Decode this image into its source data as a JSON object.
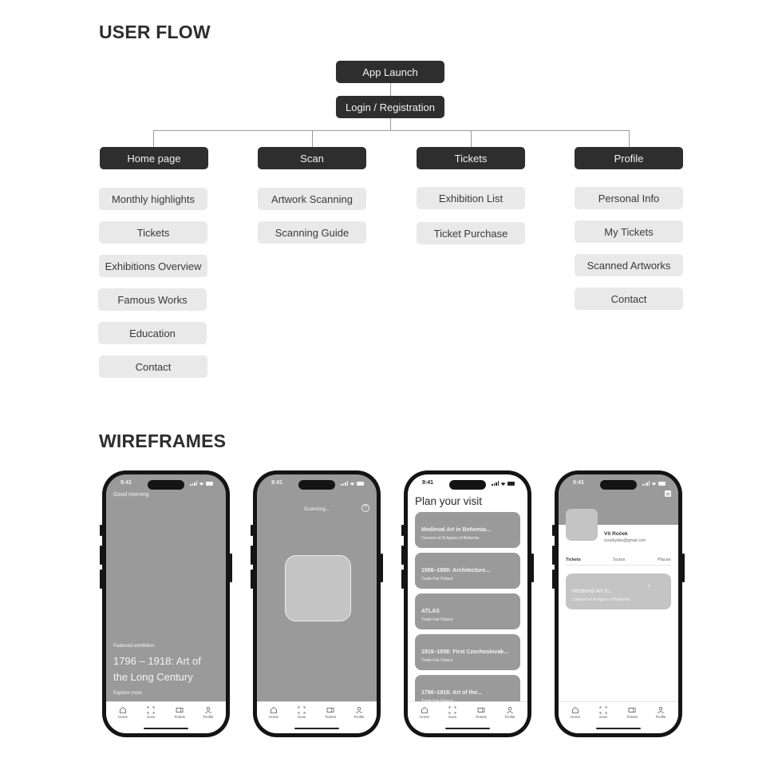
{
  "user_flow": {
    "title": "USER FLOW",
    "root": "App Launch",
    "auth": "Login / Registration",
    "branches": [
      {
        "label": "Home page",
        "children": [
          "Monthly highlights",
          "Tickets",
          "Exhibitions Overview",
          "Famous Works",
          "Education",
          "Contact"
        ]
      },
      {
        "label": "Scan",
        "children": [
          "Artwork Scanning",
          "Scanning Guide"
        ]
      },
      {
        "label": "Tickets",
        "children": [
          "Exhibition List",
          "Ticket Purchase"
        ]
      },
      {
        "label": "Profile",
        "children": [
          "Personal Info",
          "My Tickets",
          "Scanned Artworks",
          "Contact"
        ]
      }
    ]
  },
  "wireframes": {
    "title": "WIREFRAMES",
    "status_time": "9:41",
    "tabbar": [
      "Home",
      "Scan",
      "Tickets",
      "Profile"
    ],
    "home": {
      "greeting": "Good morning",
      "featured_label": "Featured exhibition",
      "featured_title_line1": "1796 – 1918: Art of",
      "featured_title_line2": "the Long Century",
      "cta": "Explore more"
    },
    "scan": {
      "status": "Scanning...",
      "help_icon": "?"
    },
    "tickets": {
      "title": "Plan your visit",
      "exhibitions": [
        {
          "name": "Medieval Art in Bohemia...",
          "venue": "Convent of St Agnes of Bohemia"
        },
        {
          "name": "1956–1989: Architecture...",
          "venue": "Trade Fair Palace"
        },
        {
          "name": "ATLAS",
          "venue": "Trade Fair Palace"
        },
        {
          "name": "1918–1938: First Czechoslovak...",
          "venue": "Trade Fair Palace"
        },
        {
          "name": "1796–1918: Art of the...",
          "venue": "Trade Fair Palace"
        }
      ]
    },
    "profile": {
      "name": "Vít Roček",
      "email": "scoobydoo@gmail.com",
      "tabs": [
        "Tickets",
        "Scans",
        "Places"
      ],
      "ticket": {
        "name": "Medieval Art in...",
        "venue": "Convent of St Agnes of Bohemia",
        "chevron": "›"
      }
    }
  },
  "colors": {
    "dark_node": "#2e2e2e",
    "light_node": "#e9e9e9",
    "placeholder_gray": "#9a9a9a",
    "phone_frame": "#141414"
  }
}
